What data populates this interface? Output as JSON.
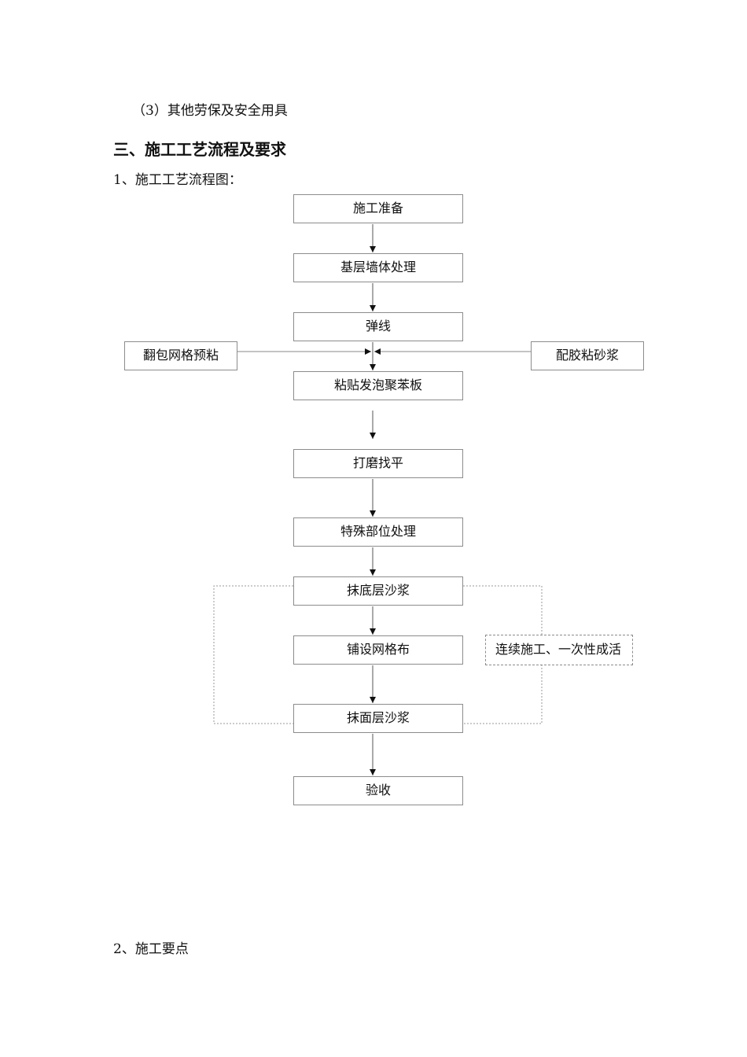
{
  "doc": {
    "item3": "（3）其他劳保及安全用具",
    "section3_heading": "三、施工工艺流程及要求",
    "sub1": "1、施工工艺流程图：",
    "sub2": "2、施工要点"
  },
  "flowchart": {
    "steps": [
      "施工准备",
      "基层墙体处理",
      "弹线",
      "粘贴发泡聚苯板",
      "打磨找平",
      "特殊部位处理",
      "抹底层沙浆",
      "铺设网格布",
      "抹面层沙浆",
      "验收"
    ],
    "left_input": "翻包网格预粘",
    "right_input": "配胶粘砂浆",
    "note": "连续施工、一次性成活"
  }
}
